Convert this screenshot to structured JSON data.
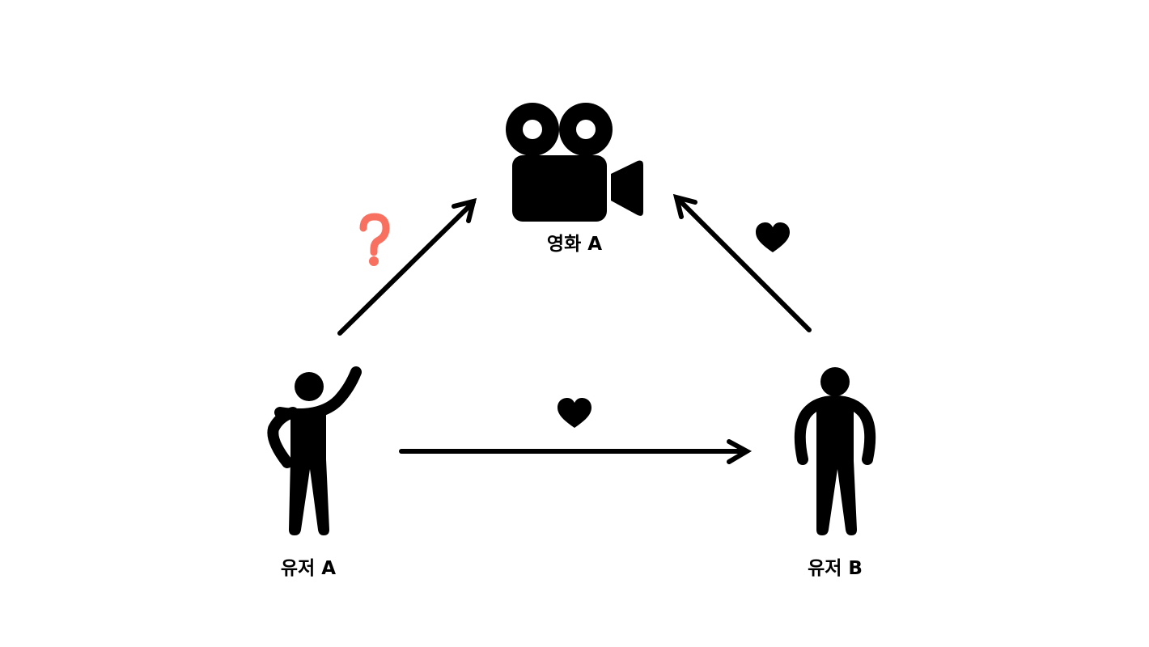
{
  "nodes": {
    "movie": {
      "label": "영화 A",
      "icon": "movie-camera-icon"
    },
    "user_a": {
      "label": "유저 A",
      "icon": "person-waving-icon"
    },
    "user_b": {
      "label": "유저 B",
      "icon": "person-standing-icon"
    }
  },
  "edges": [
    {
      "from": "user_a",
      "to": "movie",
      "marker": "question-mark-icon"
    },
    {
      "from": "user_b",
      "to": "movie",
      "marker": "heart-icon"
    },
    {
      "from": "user_a",
      "to": "user_b",
      "marker": "heart-icon"
    }
  ],
  "colors": {
    "ink": "#000000",
    "question": "#f87060",
    "background": "#ffffff"
  }
}
